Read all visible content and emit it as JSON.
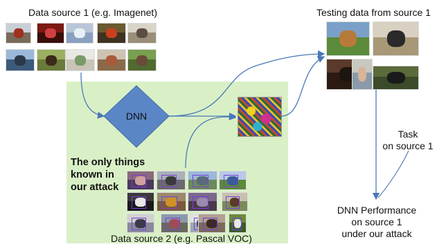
{
  "labels": {
    "source1": "Data source 1 (e.g. Imagenet)",
    "testing": "Testing data from source 1",
    "dnn": "DNN",
    "only_things": [
      "The only things",
      "known in",
      "our attack"
    ],
    "source2": "Data source 2 (e.g. Pascal VOC)",
    "task": [
      "Task",
      "on source 1"
    ],
    "performance": [
      "DNN Performance",
      "on source 1",
      "under our attack"
    ]
  },
  "colors": {
    "green_region": "#d9f0c6",
    "dnn_fill": "#5b86c6",
    "arrow": "#4a78b8"
  },
  "source1_images": [
    {
      "sky": "#c8cfd6",
      "ground": "#7a6a5a",
      "obj": "#a03020"
    },
    {
      "sky": "#7a1a12",
      "ground": "#3a0e0a",
      "obj": "#d04040"
    },
    {
      "sky": "#b9c6d8",
      "ground": "#8aa0c0",
      "obj": "#e8eef6"
    },
    {
      "sky": "#6a5a30",
      "ground": "#3e3220",
      "obj": "#c8401e"
    },
    {
      "sky": "#d8d4c8",
      "ground": "#9a8e78",
      "obj": "#5a4e40"
    },
    {
      "sky": "#9cb8d8",
      "ground": "#3c5a7a",
      "obj": "#2a3848"
    },
    {
      "sky": "#9ab060",
      "ground": "#6a7a3a",
      "obj": "#3c2a1a"
    },
    {
      "sky": "#e8e8e4",
      "ground": "#c8c4b8",
      "obj": "#7a9a6a"
    },
    {
      "sky": "#cfc2b0",
      "ground": "#8a6a4a",
      "obj": "#a85a3a"
    },
    {
      "sky": "#78a050",
      "ground": "#506a30",
      "obj": "#6a4a3a"
    }
  ],
  "testing_images": [
    {
      "sky": "#7aa0c8",
      "ground": "#5a8a3a",
      "obj": "#b87a3a"
    },
    {
      "sky": "#d8d0c0",
      "ground": "#a89878",
      "obj": "#2a2a2a"
    },
    {
      "sky": "#5a3a2a",
      "ground": "#2a1a12",
      "obj": "#1e1410"
    },
    {
      "sky": "#c8c8c0",
      "ground": "#8a9aa8",
      "obj": "#d8b49a"
    },
    {
      "sky": "#5a6a3a",
      "ground": "#3a4a2a",
      "obj": "#1a1a1a"
    }
  ],
  "source2_images": [
    {
      "sky": "#8a6a7a",
      "ground": "#4a3a5a",
      "obj": "#d0a0a0"
    },
    {
      "sky": "#a8b0b8",
      "ground": "#6a6a6a",
      "obj": "#3a3a3a"
    },
    {
      "sky": "#9ab8d8",
      "ground": "#6a8a5a",
      "obj": "#5a6a7a"
    },
    {
      "sky": "#b8c8e8",
      "ground": "#5a8a3a",
      "obj": "#3a5a9a"
    },
    {
      "sky": "#3a3a3a",
      "ground": "#1a1a1a",
      "obj": "#e8e8e8"
    },
    {
      "sky": "#9a8a6a",
      "ground": "#7a5a3a",
      "obj": "#d0902a"
    },
    {
      "sky": "#7a6a8a",
      "ground": "#4a3a4a",
      "obj": "#9a8ab0"
    },
    {
      "sky": "#c8c0b0",
      "ground": "#7a8a5a",
      "obj": "#5a3a2a"
    },
    {
      "sky": "#d0d0d0",
      "ground": "#8a8a9a",
      "obj": "#3a3a4a"
    },
    {
      "sky": "#8a9aaa",
      "ground": "#6a6a5a",
      "obj": "#a04a5a"
    },
    {
      "sky": "#e0e0e0",
      "ground": "#a0a8b0",
      "obj": "#2a4a6a"
    },
    {
      "sky": "#b0a090",
      "ground": "#7a6a5a",
      "obj": "#3a2a2a"
    },
    {
      "sky": "#6a8a3a",
      "ground": "#3a5a2a",
      "obj": "#e8e8e8"
    }
  ]
}
